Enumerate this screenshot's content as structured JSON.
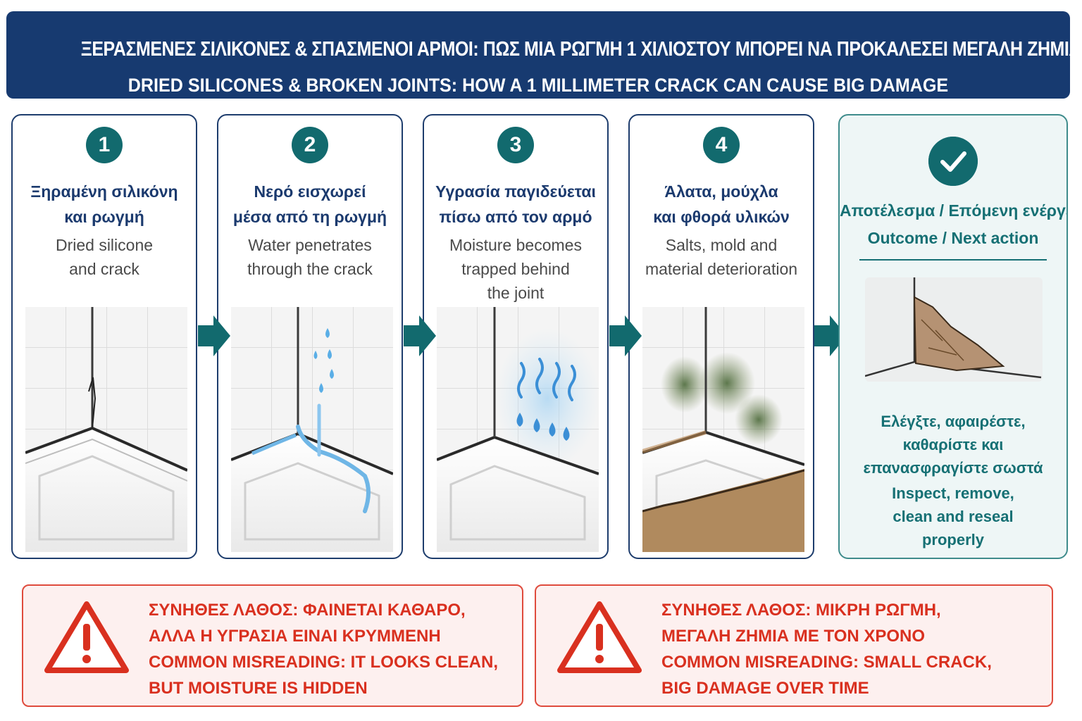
{
  "header": {
    "title_gr": "ΞΕΡΑΣΜΕΝΕΣ ΣΙΛΙΚΟΝΕΣ & ΣΠΑΣΜΕΝΟΙ ΑΡΜΟΙ: ΠΩΣ ΜΙΑ ΡΩΓΜΗ 1 ΧΙΛΙΟΣΤΟΥ ΜΠΟΡΕΙ ΝΑ ΠΡΟΚΑΛΕΣΕΙ ΜΕΓΑΛΗ ΖΗΜΙΑ",
    "title_en": "DRIED SILICONES & BROKEN JOINTS: HOW A 1 MILLIMETER CRACK CAN CAUSE BIG DAMAGE"
  },
  "steps": [
    {
      "number": "1",
      "gr_lines": [
        "Ξηραμένη σιλικόνη",
        "και ρωγμή"
      ],
      "en_lines": [
        "Dried silicone",
        "and crack"
      ]
    },
    {
      "number": "2",
      "gr_lines": [
        "Νερό εισχωρεί",
        "μέσα από τη ρωγμή"
      ],
      "en_lines": [
        "Water penetrates",
        "through the crack"
      ]
    },
    {
      "number": "3",
      "gr_lines": [
        "Υγρασία παγιδεύεται",
        "πίσω από τον αρμό"
      ],
      "en_lines": [
        "Moisture becomes",
        "trapped behind",
        "the joint"
      ]
    },
    {
      "number": "4",
      "gr_lines": [
        "Άλατα, μούχλα",
        "και φθορά υλικών"
      ],
      "en_lines": [
        "Salts, mold and",
        "material deterioration"
      ]
    }
  ],
  "outcome": {
    "icon": "check-icon",
    "title_lines": [
      "Αποτέλεσμα / Επόμενη ενέργεια",
      "Outcome / Next action"
    ],
    "gr_lines": [
      "Ελέγξτε, αφαιρέστε,",
      "καθαρίστε και",
      "επανασφραγίστε σωστά"
    ],
    "en_lines": [
      "Inspect, remove,",
      "clean and reseal",
      "properly"
    ]
  },
  "warnings": [
    {
      "icon": "warning-icon",
      "lines": [
        "ΣΥΝΗΘΕΣ ΛΑΘΟΣ: ΦΑΙΝΕΤΑΙ ΚΑΘΑΡΟ,",
        "ΑΛΛΑ Η ΥΓΡΑΣΙΑ ΕΙΝΑΙ ΚΡΥΜΜΕΝΗ",
        "COMMON MISREADING: IT LOOKS CLEAN,",
        "BUT MOISTURE IS HIDDEN"
      ]
    },
    {
      "icon": "warning-icon",
      "lines": [
        "ΣΥΝΗΘΕΣ ΛΑΘΟΣ: ΜΙΚΡΗ ΡΩΓΜΗ,",
        "ΜΕΓΑΛΗ ΖΗΜΙΑ ΜΕ ΤΟΝ ΧΡΟΝΟ",
        "COMMON MISREADING: SMALL CRACK,",
        "BIG DAMAGE OVER TIME"
      ]
    }
  ],
  "colors": {
    "header_bg": "#173a70",
    "teal": "#126a6e",
    "warning_red": "#d9301f"
  }
}
